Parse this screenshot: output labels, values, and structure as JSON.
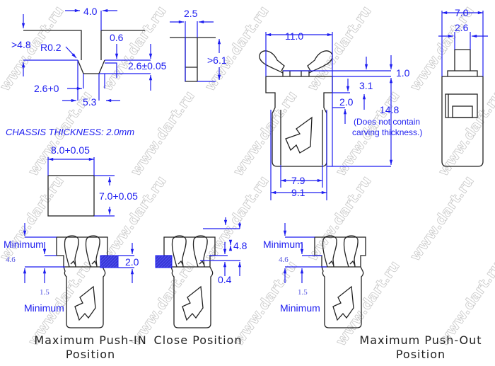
{
  "watermark": "www.dart.ru",
  "colors": {
    "dimension": "#1c1cf0",
    "outline": "#222222",
    "hatch": "#2a2ad8"
  },
  "notch_view": {
    "width": "4.0",
    "height": ">4.8",
    "radius": "R0.2",
    "step": "0.6",
    "depth": "2.6±0.05",
    "slot": "2.6+0",
    "bottom": "5.3"
  },
  "side_view_small": {
    "width": "2.5",
    "height": ">6.1"
  },
  "chassis": {
    "note": "CHASSIS THICKNESS: 2.0mm",
    "hole_width": "8.0+0.05",
    "hole_height": "7.0+0.05"
  },
  "front_view": {
    "top_width": "11.0",
    "top_offset": "1.0",
    "flange": "3.1",
    "gap": "2.0",
    "height": "14.8",
    "note_line1": "(Does not contain",
    "note_line2": "carving thickness.)",
    "inner_width": "7.9",
    "outer_width": "9.1"
  },
  "side_view": {
    "width": "7.0",
    "stem_width": "2.6"
  },
  "positions": [
    {
      "caption_line1": "Maximum Push-IN",
      "caption_line2": "Position",
      "min_label_top": "Minimum",
      "dim_top": "4.6",
      "dim_bottom": "1.5",
      "min_label_bottom": "Minimum",
      "chassis_dim": "2.0"
    },
    {
      "caption_line1": "Close Position",
      "dim_height": "4.8",
      "dim_gap": "0.4"
    },
    {
      "caption_line1": "Maximum Push-Out",
      "caption_line2": "Position",
      "min_label_top": "Minimum",
      "dim_top": "4.6",
      "dim_bottom": "1.5",
      "min_label_bottom": "Minimum"
    }
  ]
}
